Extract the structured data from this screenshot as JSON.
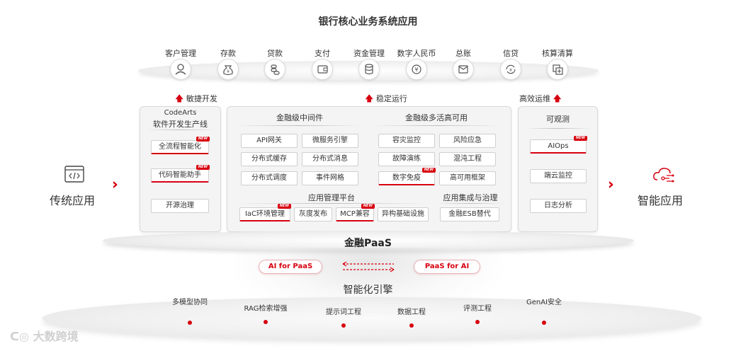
{
  "title": "银行核心业务系统应用",
  "services": [
    {
      "label": "客户管理",
      "icon": "user-icon"
    },
    {
      "label": "存款",
      "icon": "money-bag-icon"
    },
    {
      "label": "贷款",
      "icon": "coins-icon"
    },
    {
      "label": "支付",
      "icon": "wallet-icon"
    },
    {
      "label": "资金管理",
      "icon": "database-icon"
    },
    {
      "label": "数字人民币",
      "icon": "yuan-icon"
    },
    {
      "label": "总账",
      "icon": "ledger-icon"
    },
    {
      "label": "信贷",
      "icon": "credit-cycle-icon"
    },
    {
      "label": "核算清算",
      "icon": "settlement-icon"
    }
  ],
  "captions": {
    "agile": "敏捷开发",
    "stable": "稳定运行",
    "efficient": "高效运维"
  },
  "left_label": "传统应用",
  "right_label": "智能应用",
  "codearts": {
    "title": "CodeArts",
    "subtitle": "软件开发生产线",
    "items": [
      {
        "label": "全流程智能化",
        "new": true
      },
      {
        "label": "代码智能助手",
        "new": true
      },
      {
        "label": "开源治理",
        "new": false
      }
    ]
  },
  "middleware": {
    "title": "金融级中间件",
    "items": [
      "API网关",
      "微服务引擎",
      "分布式缓存",
      "分布式消息",
      "分布式调度",
      "事件网格"
    ]
  },
  "ha": {
    "title": "金融级多活高可用",
    "items": [
      {
        "label": "容灾监控",
        "new": false
      },
      {
        "label": "风险应急",
        "new": false
      },
      {
        "label": "故障演练",
        "new": false
      },
      {
        "label": "混沌工程",
        "new": false
      },
      {
        "label": "数字免疫",
        "new": true
      },
      {
        "label": "高可用框架",
        "new": false
      }
    ]
  },
  "app_mgmt": {
    "title": "应用管理平台",
    "items": [
      {
        "label": "IaC环境管理",
        "new": true
      },
      {
        "label": "灰度发布",
        "new": false
      },
      {
        "label": "MCP兼容",
        "new": true
      },
      {
        "label": "异构基础设施",
        "new": false
      }
    ]
  },
  "integration": {
    "title": "应用集成与治理",
    "items": [
      "金融ESB替代"
    ]
  },
  "observability": {
    "title": "可观测",
    "items": [
      {
        "label": "AIOps",
        "new": true
      },
      {
        "label": "端云监控",
        "new": false
      },
      {
        "label": "日志分析",
        "new": false
      }
    ]
  },
  "new_tag": "NEW",
  "paas_label": "金融PaaS",
  "ai_for_paas": "AI for PaaS",
  "paas_for_ai": "PaaS for AI",
  "engine_label": "智能化引擎",
  "engine_items": [
    "多模型协同",
    "RAG检索增强",
    "提示词工程",
    "数据工程",
    "评测工程",
    "GenAI安全"
  ],
  "watermark": "大数跨境",
  "colors": {
    "accent": "#d7000f",
    "panel_bg": "#f4f4f4",
    "border": "#d9d9d9"
  }
}
